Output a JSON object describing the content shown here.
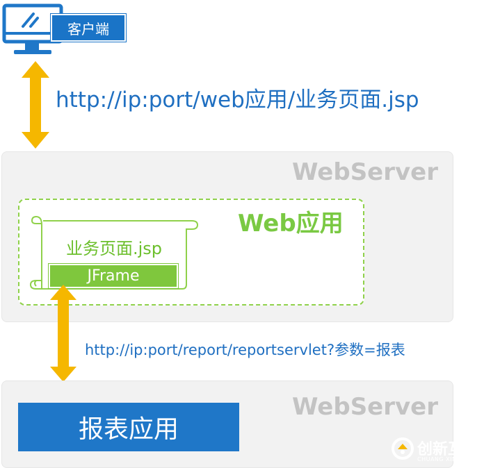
{
  "client": {
    "label": "客户端",
    "icon": "monitor-icon"
  },
  "urls": {
    "client_to_web": "http://ip:port/web应用/业务页面.jsp",
    "web_to_report": "http://ip:port/report/reportservlet?参数=报表"
  },
  "web_server": {
    "title": "WebServer",
    "web_app": {
      "title": "Web应用",
      "page_name": "业务页面.jsp",
      "frame_label": "JFrame"
    }
  },
  "report_server": {
    "title": "WebServer",
    "app_label": "报表应用"
  },
  "watermark": {
    "text": "创新互联",
    "sub": "CHUANG XIN HU LIAN"
  },
  "colors": {
    "blue": "#1f77c8",
    "green": "#7fc73d",
    "arrow": "#f5b700",
    "server_bg": "#f2f2f2",
    "server_title": "#c3c3c3"
  }
}
